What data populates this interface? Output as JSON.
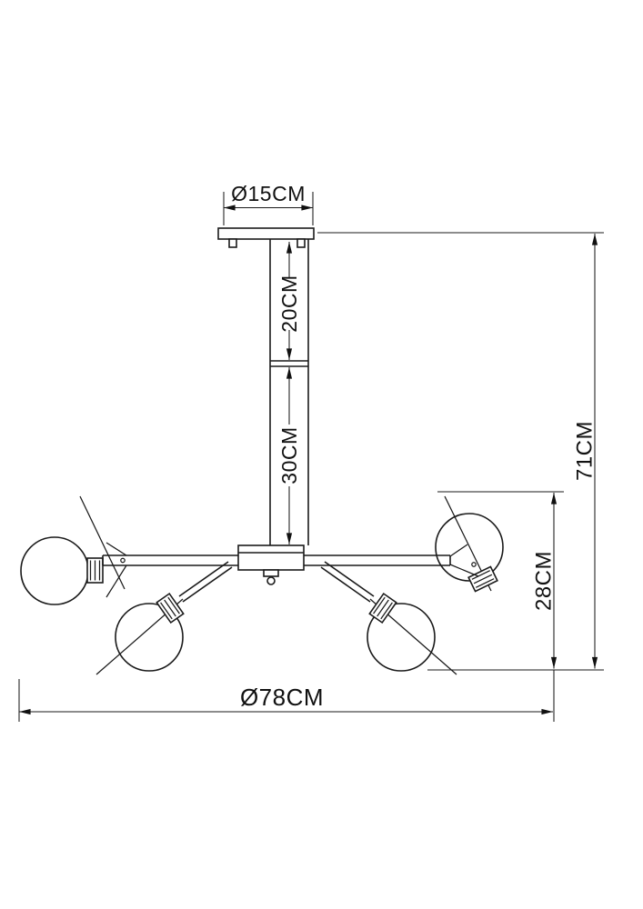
{
  "dimensions": {
    "canopy_diameter": "Ø15CM",
    "upper_rod_length": "20CM",
    "lower_rod_length": "30CM",
    "total_height": "71CM",
    "lamp_body_height": "28CM",
    "fixture_diameter": "Ø78CM"
  },
  "colors": {
    "line": "#1a1a1a",
    "background": "#ffffff"
  }
}
